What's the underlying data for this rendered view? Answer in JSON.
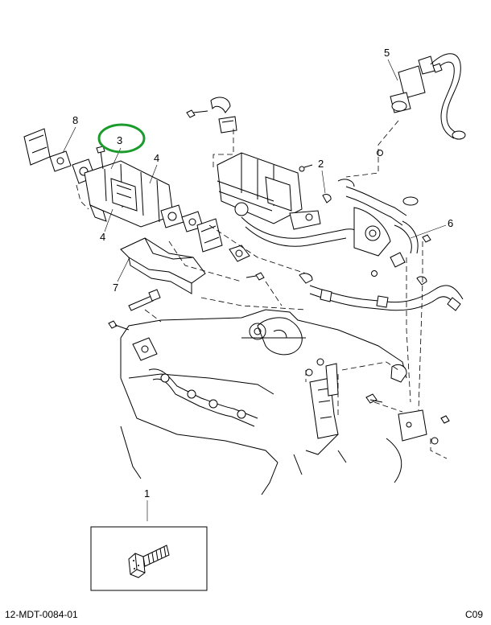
{
  "callouts": {
    "c1": "1",
    "c2": "2",
    "c3": "3",
    "c4a": "4",
    "c4b": "4",
    "c5": "5",
    "c6": "6",
    "c7": "7",
    "c8": "8"
  },
  "highlight": {
    "target": "3",
    "color": "#1a9b2c"
  },
  "footer": {
    "doc_id": "12-MDT-0084-01",
    "page_code": "C09"
  }
}
